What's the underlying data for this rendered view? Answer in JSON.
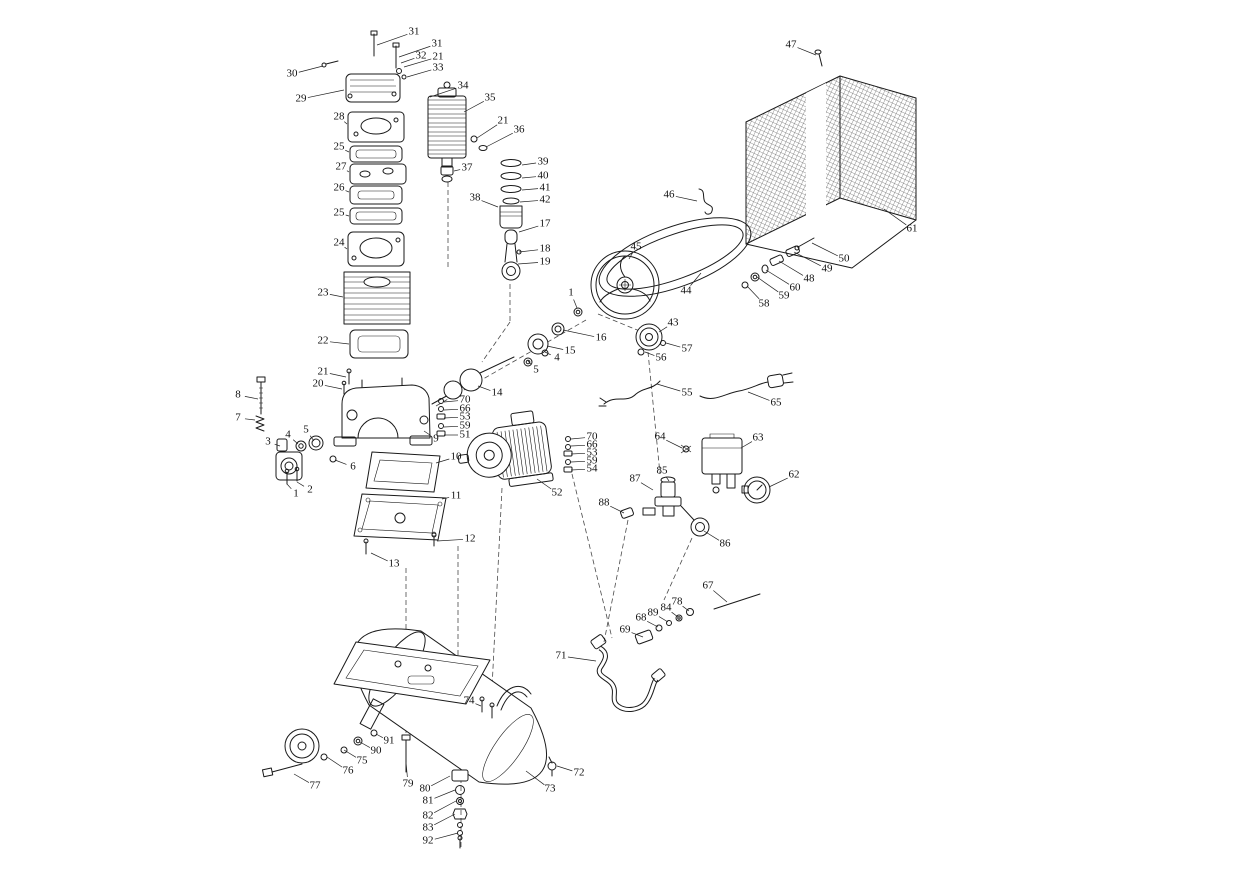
{
  "diagram": {
    "type": "exploded-parts-diagram",
    "subject": "air compressor assembly",
    "background_color": "#ffffff",
    "line_color": "#1a1a1a",
    "labels": [
      [
        "31",
        414,
        32,
        377,
        45
      ],
      [
        "31",
        437,
        44,
        399,
        57
      ],
      [
        "32",
        421,
        56,
        401,
        63
      ],
      [
        "21",
        438,
        57,
        404,
        67
      ],
      [
        "33",
        438,
        68,
        407,
        77
      ],
      [
        "30",
        292,
        74,
        323,
        66
      ],
      [
        "29",
        301,
        99,
        344,
        90
      ],
      [
        "34",
        463,
        86,
        430,
        97
      ],
      [
        "35",
        490,
        98,
        464,
        112
      ],
      [
        "28",
        339,
        117,
        347,
        124
      ],
      [
        "21",
        503,
        121,
        477,
        138
      ],
      [
        "36",
        519,
        130,
        486,
        147
      ],
      [
        "25",
        339,
        147,
        349,
        152
      ],
      [
        "27",
        341,
        167,
        349,
        172
      ],
      [
        "37",
        467,
        168,
        454,
        171
      ],
      [
        "39",
        543,
        162,
        522,
        165
      ],
      [
        "40",
        543,
        176,
        522,
        178
      ],
      [
        "41",
        545,
        188,
        522,
        190
      ],
      [
        "42",
        545,
        200,
        520,
        202
      ],
      [
        "26",
        339,
        188,
        349,
        192
      ],
      [
        "38",
        475,
        198,
        498,
        207
      ],
      [
        "25",
        339,
        213,
        349,
        216
      ],
      [
        "17",
        545,
        224,
        519,
        232
      ],
      [
        "24",
        339,
        243,
        347,
        249
      ],
      [
        "18",
        545,
        249,
        519,
        252
      ],
      [
        "19",
        545,
        262,
        518,
        264
      ],
      [
        "23",
        323,
        293,
        343,
        297
      ],
      [
        "22",
        323,
        341,
        349,
        344
      ],
      [
        "21",
        323,
        372,
        346,
        377
      ],
      [
        "20",
        318,
        384,
        342,
        389
      ],
      [
        "8",
        238,
        395,
        258,
        399
      ],
      [
        "7",
        238,
        418,
        255,
        420
      ],
      [
        "70",
        465,
        400,
        444,
        402
      ],
      [
        "66",
        465,
        409,
        444,
        410
      ],
      [
        "53",
        465,
        417,
        444,
        418
      ],
      [
        "59",
        465,
        426,
        444,
        427
      ],
      [
        "51",
        465,
        435,
        444,
        435
      ],
      [
        "14",
        497,
        393,
        478,
        386
      ],
      [
        "9",
        436,
        439,
        424,
        431
      ],
      [
        "3",
        268,
        442,
        280,
        446
      ],
      [
        "4",
        288,
        435,
        298,
        444
      ],
      [
        "5",
        306,
        430,
        314,
        441
      ],
      [
        "6",
        353,
        467,
        335,
        460
      ],
      [
        "1",
        296,
        494,
        287,
        484
      ],
      [
        "2",
        310,
        490,
        297,
        482
      ],
      [
        "10",
        456,
        457,
        436,
        463
      ],
      [
        "11",
        456,
        496,
        442,
        499
      ],
      [
        "12",
        470,
        539,
        437,
        541
      ],
      [
        "13",
        394,
        564,
        371,
        553
      ],
      [
        "52",
        557,
        493,
        537,
        479
      ],
      [
        "70",
        592,
        437,
        571,
        439
      ],
      [
        "66",
        592,
        445,
        571,
        446
      ],
      [
        "53",
        592,
        453,
        571,
        454
      ],
      [
        "59",
        592,
        461,
        571,
        462
      ],
      [
        "54",
        592,
        469,
        571,
        470
      ],
      [
        "15",
        570,
        351,
        547,
        346
      ],
      [
        "16",
        601,
        338,
        563,
        330
      ],
      [
        "4",
        557,
        358,
        545,
        352
      ],
      [
        "5",
        536,
        370,
        528,
        361
      ],
      [
        "1",
        571,
        293,
        577,
        308
      ],
      [
        "45",
        636,
        247,
        629,
        259
      ],
      [
        "44",
        686,
        291,
        701,
        273
      ],
      [
        "43",
        673,
        323,
        659,
        332
      ],
      [
        "46",
        669,
        195,
        697,
        201
      ],
      [
        "47",
        791,
        45,
        816,
        55
      ],
      [
        "61",
        912,
        229,
        884,
        209
      ],
      [
        "50",
        844,
        259,
        812,
        243
      ],
      [
        "49",
        827,
        269,
        794,
        252
      ],
      [
        "48",
        809,
        279,
        779,
        261
      ],
      [
        "60",
        795,
        288,
        766,
        270
      ],
      [
        "59",
        784,
        296,
        757,
        277
      ],
      [
        "58",
        764,
        304,
        747,
        286
      ],
      [
        "56",
        661,
        358,
        645,
        352
      ],
      [
        "57",
        687,
        349,
        666,
        343
      ],
      [
        "55",
        687,
        393,
        657,
        384
      ],
      [
        "65",
        776,
        403,
        748,
        392
      ],
      [
        "63",
        758,
        438,
        741,
        448
      ],
      [
        "64",
        660,
        437,
        682,
        448
      ],
      [
        "62",
        794,
        475,
        769,
        487
      ],
      [
        "85",
        662,
        471,
        669,
        481
      ],
      [
        "87",
        635,
        479,
        653,
        490
      ],
      [
        "88",
        604,
        503,
        624,
        513
      ],
      [
        "86",
        725,
        544,
        704,
        531
      ],
      [
        "67",
        708,
        586,
        727,
        602
      ],
      [
        "78",
        677,
        602,
        689,
        611
      ],
      [
        "84",
        666,
        608,
        678,
        617
      ],
      [
        "89",
        653,
        613,
        668,
        622
      ],
      [
        "68",
        641,
        618,
        658,
        627
      ],
      [
        "69",
        625,
        630,
        643,
        637
      ],
      [
        "71",
        561,
        656,
        596,
        661
      ],
      [
        "74",
        469,
        701,
        481,
        706
      ],
      [
        "91",
        389,
        741,
        376,
        734
      ],
      [
        "90",
        376,
        751,
        360,
        742
      ],
      [
        "75",
        362,
        761,
        344,
        750
      ],
      [
        "76",
        348,
        771,
        327,
        757
      ],
      [
        "77",
        315,
        786,
        294,
        774
      ],
      [
        "79",
        408,
        784,
        406,
        762
      ],
      [
        "80",
        425,
        789,
        450,
        776
      ],
      [
        "81",
        428,
        801,
        455,
        790
      ],
      [
        "82",
        428,
        816,
        456,
        801
      ],
      [
        "83",
        428,
        828,
        455,
        814
      ],
      [
        "92",
        428,
        841,
        458,
        833
      ],
      [
        "72",
        579,
        773,
        557,
        766
      ],
      [
        "73",
        550,
        789,
        526,
        771
      ]
    ]
  }
}
